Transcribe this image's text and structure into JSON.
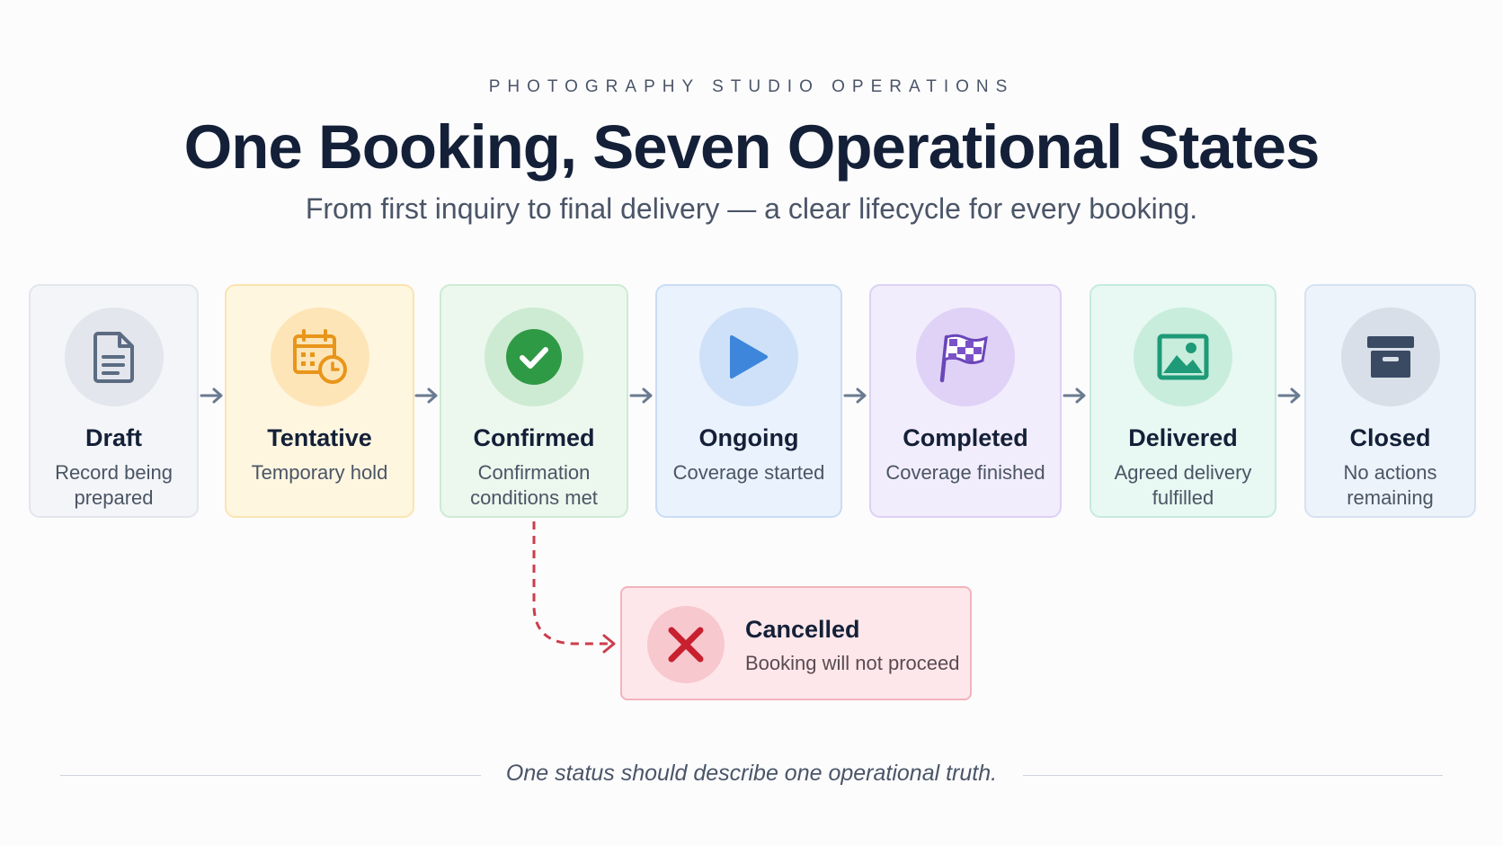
{
  "header": {
    "eyebrow": "PHOTOGRAPHY STUDIO OPERATIONS",
    "title": "One Booking, Seven Operational States",
    "subtitle": "From first inquiry to final delivery — a clear lifecycle for every booking."
  },
  "states": [
    {
      "title": "Draft",
      "desc_1": "Record being",
      "desc_2": "prepared",
      "icon": "document-icon",
      "color": "#5b6b82"
    },
    {
      "title": "Tentative",
      "desc_1": "Temporary hold",
      "desc_2": "",
      "icon": "calendar-clock-icon",
      "color": "#e8951a"
    },
    {
      "title": "Confirmed",
      "desc_1": "Confirmation",
      "desc_2": "conditions met",
      "icon": "check-circle-icon",
      "color": "#2f9a45"
    },
    {
      "title": "Ongoing",
      "desc_1": "Coverage started",
      "desc_2": "",
      "icon": "play-icon",
      "color": "#3d86db"
    },
    {
      "title": "Completed",
      "desc_1": "Coverage finished",
      "desc_2": "",
      "icon": "checkered-flag-icon",
      "color": "#7a52c7"
    },
    {
      "title": "Delivered",
      "desc_1": "Agreed delivery",
      "desc_2": "fulfilled",
      "icon": "image-icon",
      "color": "#1f9a78"
    },
    {
      "title": "Closed",
      "desc_1": "No actions",
      "desc_2": "remaining",
      "icon": "archive-box-icon",
      "color": "#3a4a63"
    }
  ],
  "cancelled": {
    "title": "Cancelled",
    "desc": "Booking will not proceed",
    "icon": "x-icon",
    "color": "#c8202f"
  },
  "footer": {
    "text": "One status should describe one operational truth."
  }
}
